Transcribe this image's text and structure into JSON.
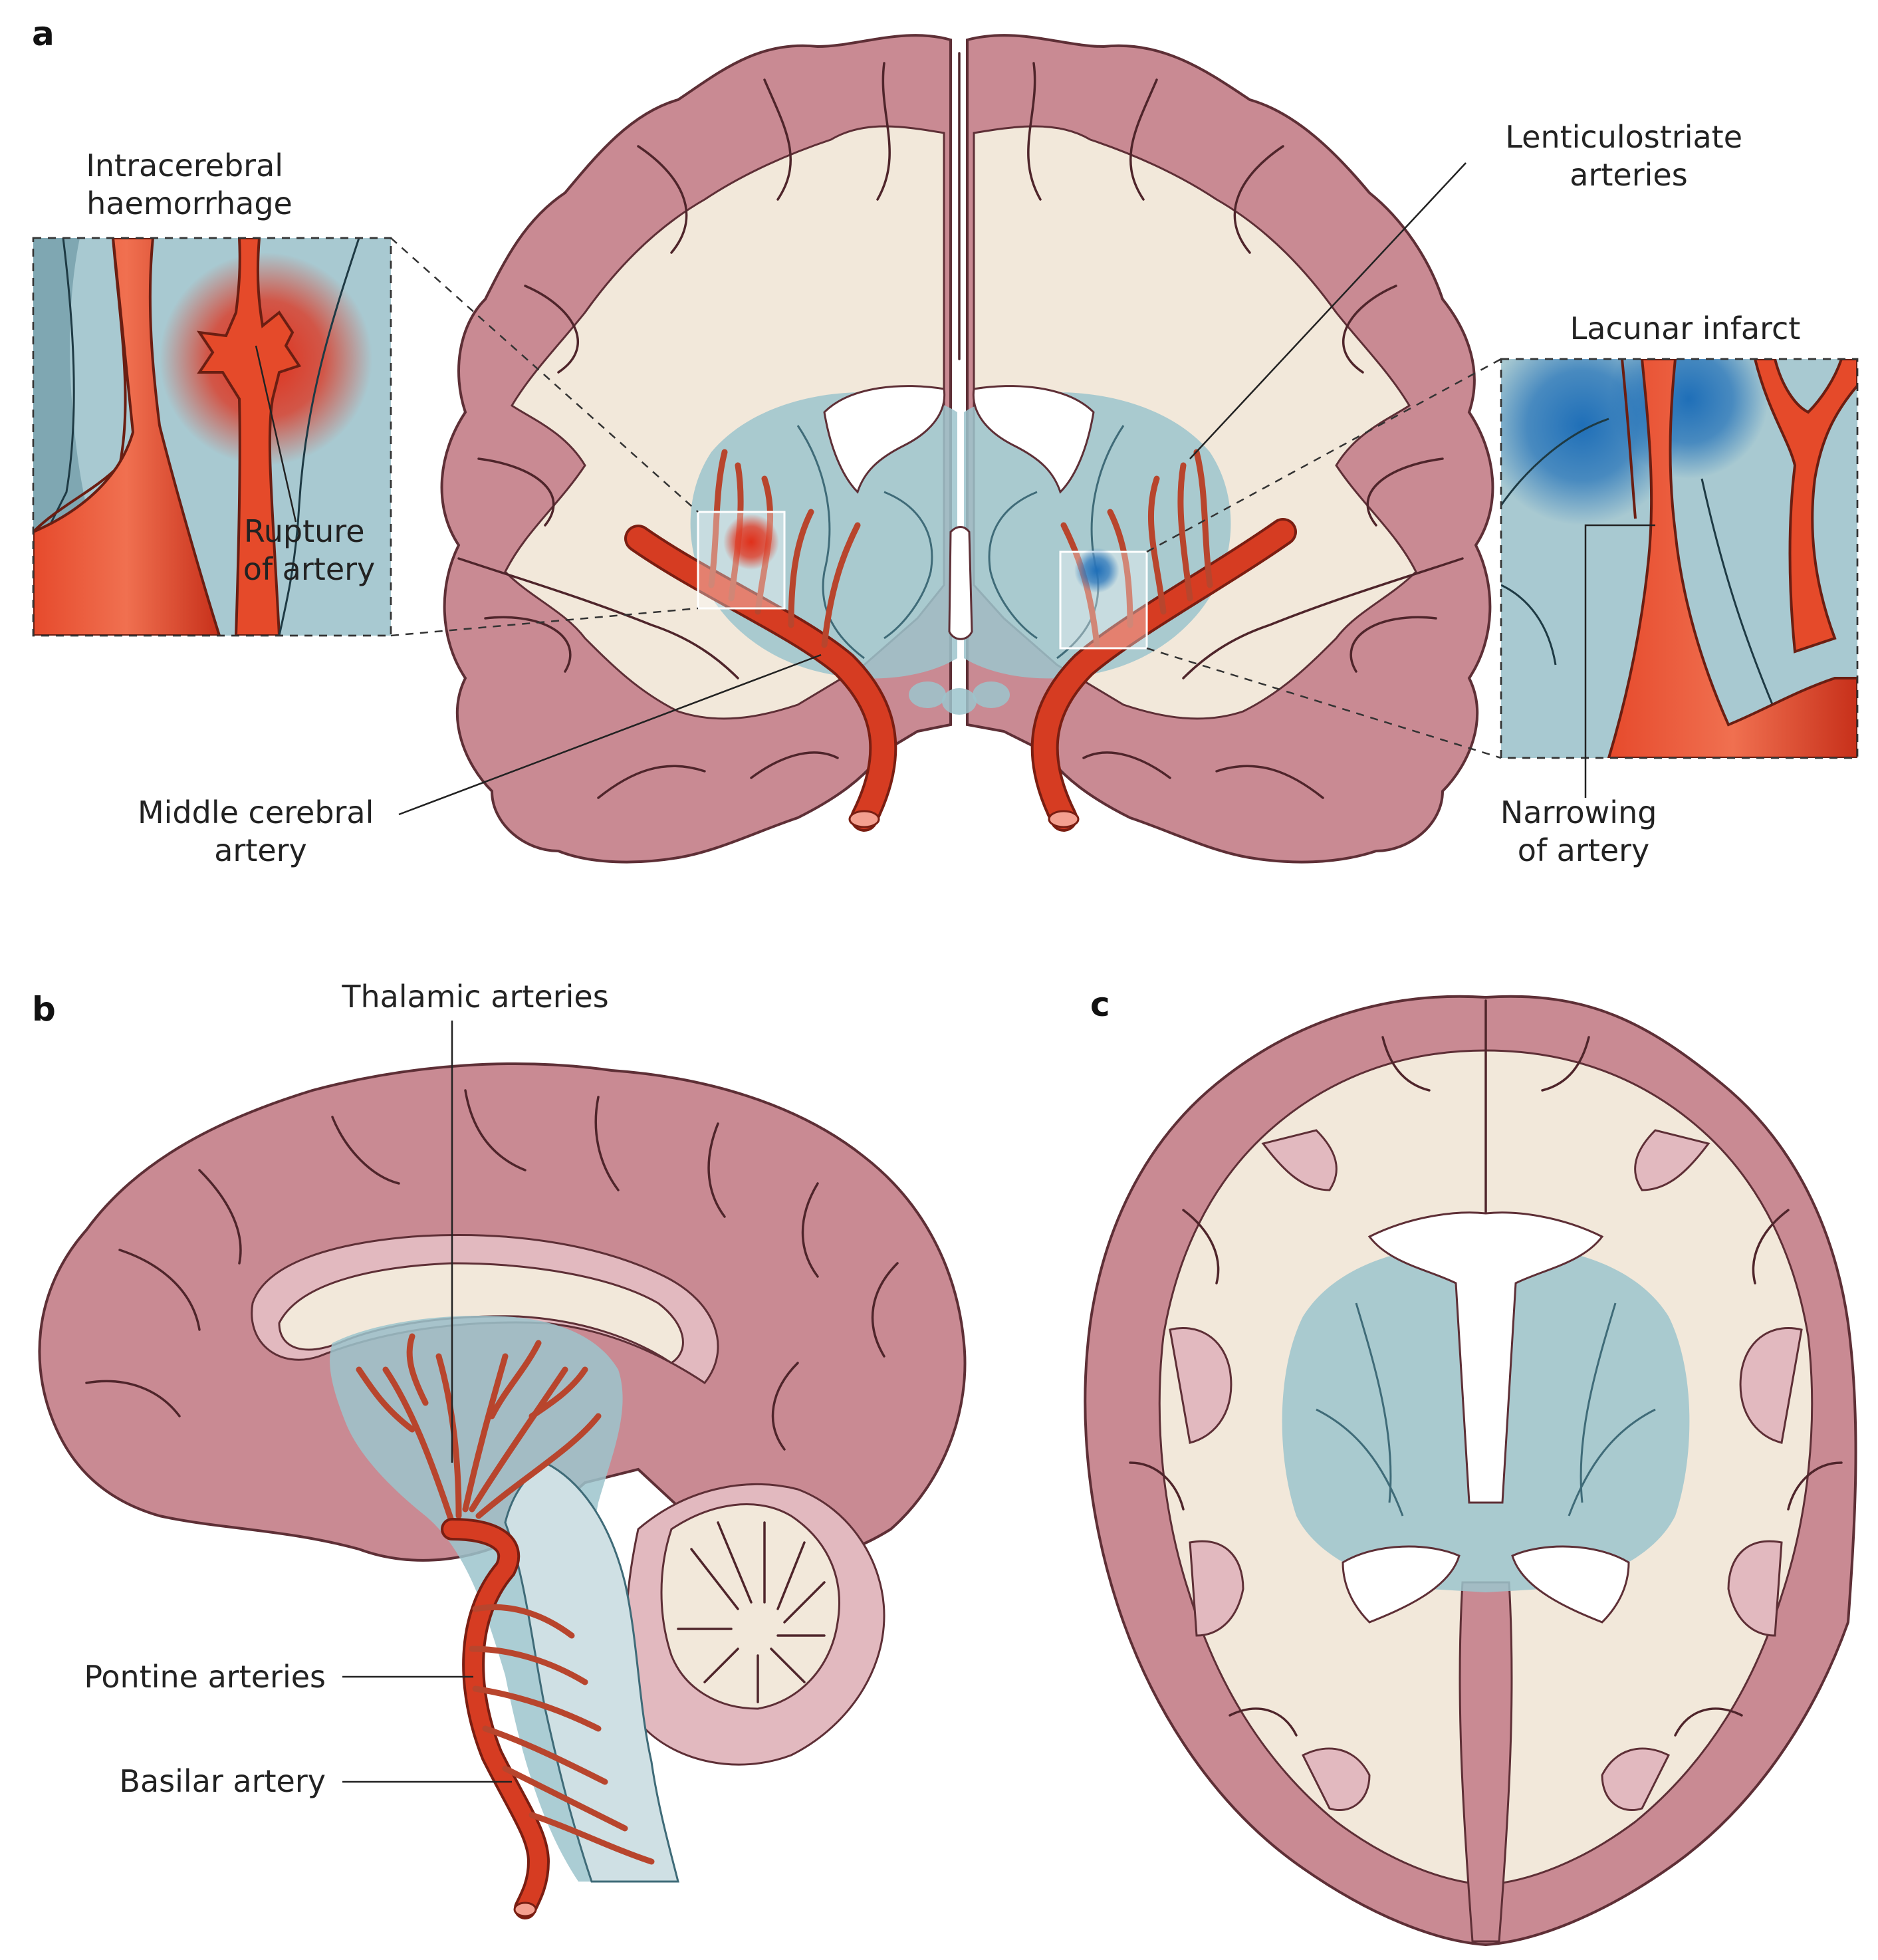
{
  "panels": {
    "a": {
      "letter": "a",
      "labels": {
        "intracerebral_haemorrhage": [
          "Intracerebral",
          "haemorrhage"
        ],
        "rupture_of_artery": [
          "Rupture",
          "of artery"
        ],
        "lenticulostriate_arteries": [
          "Lenticulostriate",
          "arteries"
        ],
        "lacunar_infarct": "Lacunar infarct",
        "middle_cerebral_artery": [
          "Middle cerebral",
          "artery"
        ],
        "narrowing_of_artery": [
          "Narrowing",
          "of artery"
        ]
      }
    },
    "b": {
      "letter": "b",
      "labels": {
        "thalamic_arteries": "Thalamic arteries",
        "pontine_arteries": "Pontine arteries",
        "basilar_artery": "Basilar artery"
      }
    },
    "c": {
      "letter": "c"
    }
  },
  "colors": {
    "cortex": "#c98a93",
    "white_matter": "#f2e8da",
    "deep_grey_matter": "#9cc4cc",
    "artery": "#d63c22",
    "haemorrhage": "#e0301a",
    "infarct": "#1f6fb8"
  }
}
